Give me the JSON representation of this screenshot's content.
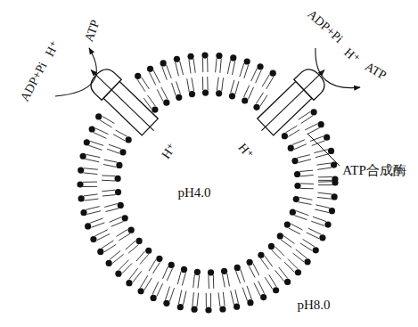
{
  "diagram": {
    "labels": [
      "ADP+Pi",
      "H⁺",
      "ATP",
      "ADP+Pi",
      "H⁺",
      "ATP",
      "H⁺",
      "H⁺",
      "ATP合成酶",
      "pH4.0",
      "pH8.0"
    ]
  }
}
